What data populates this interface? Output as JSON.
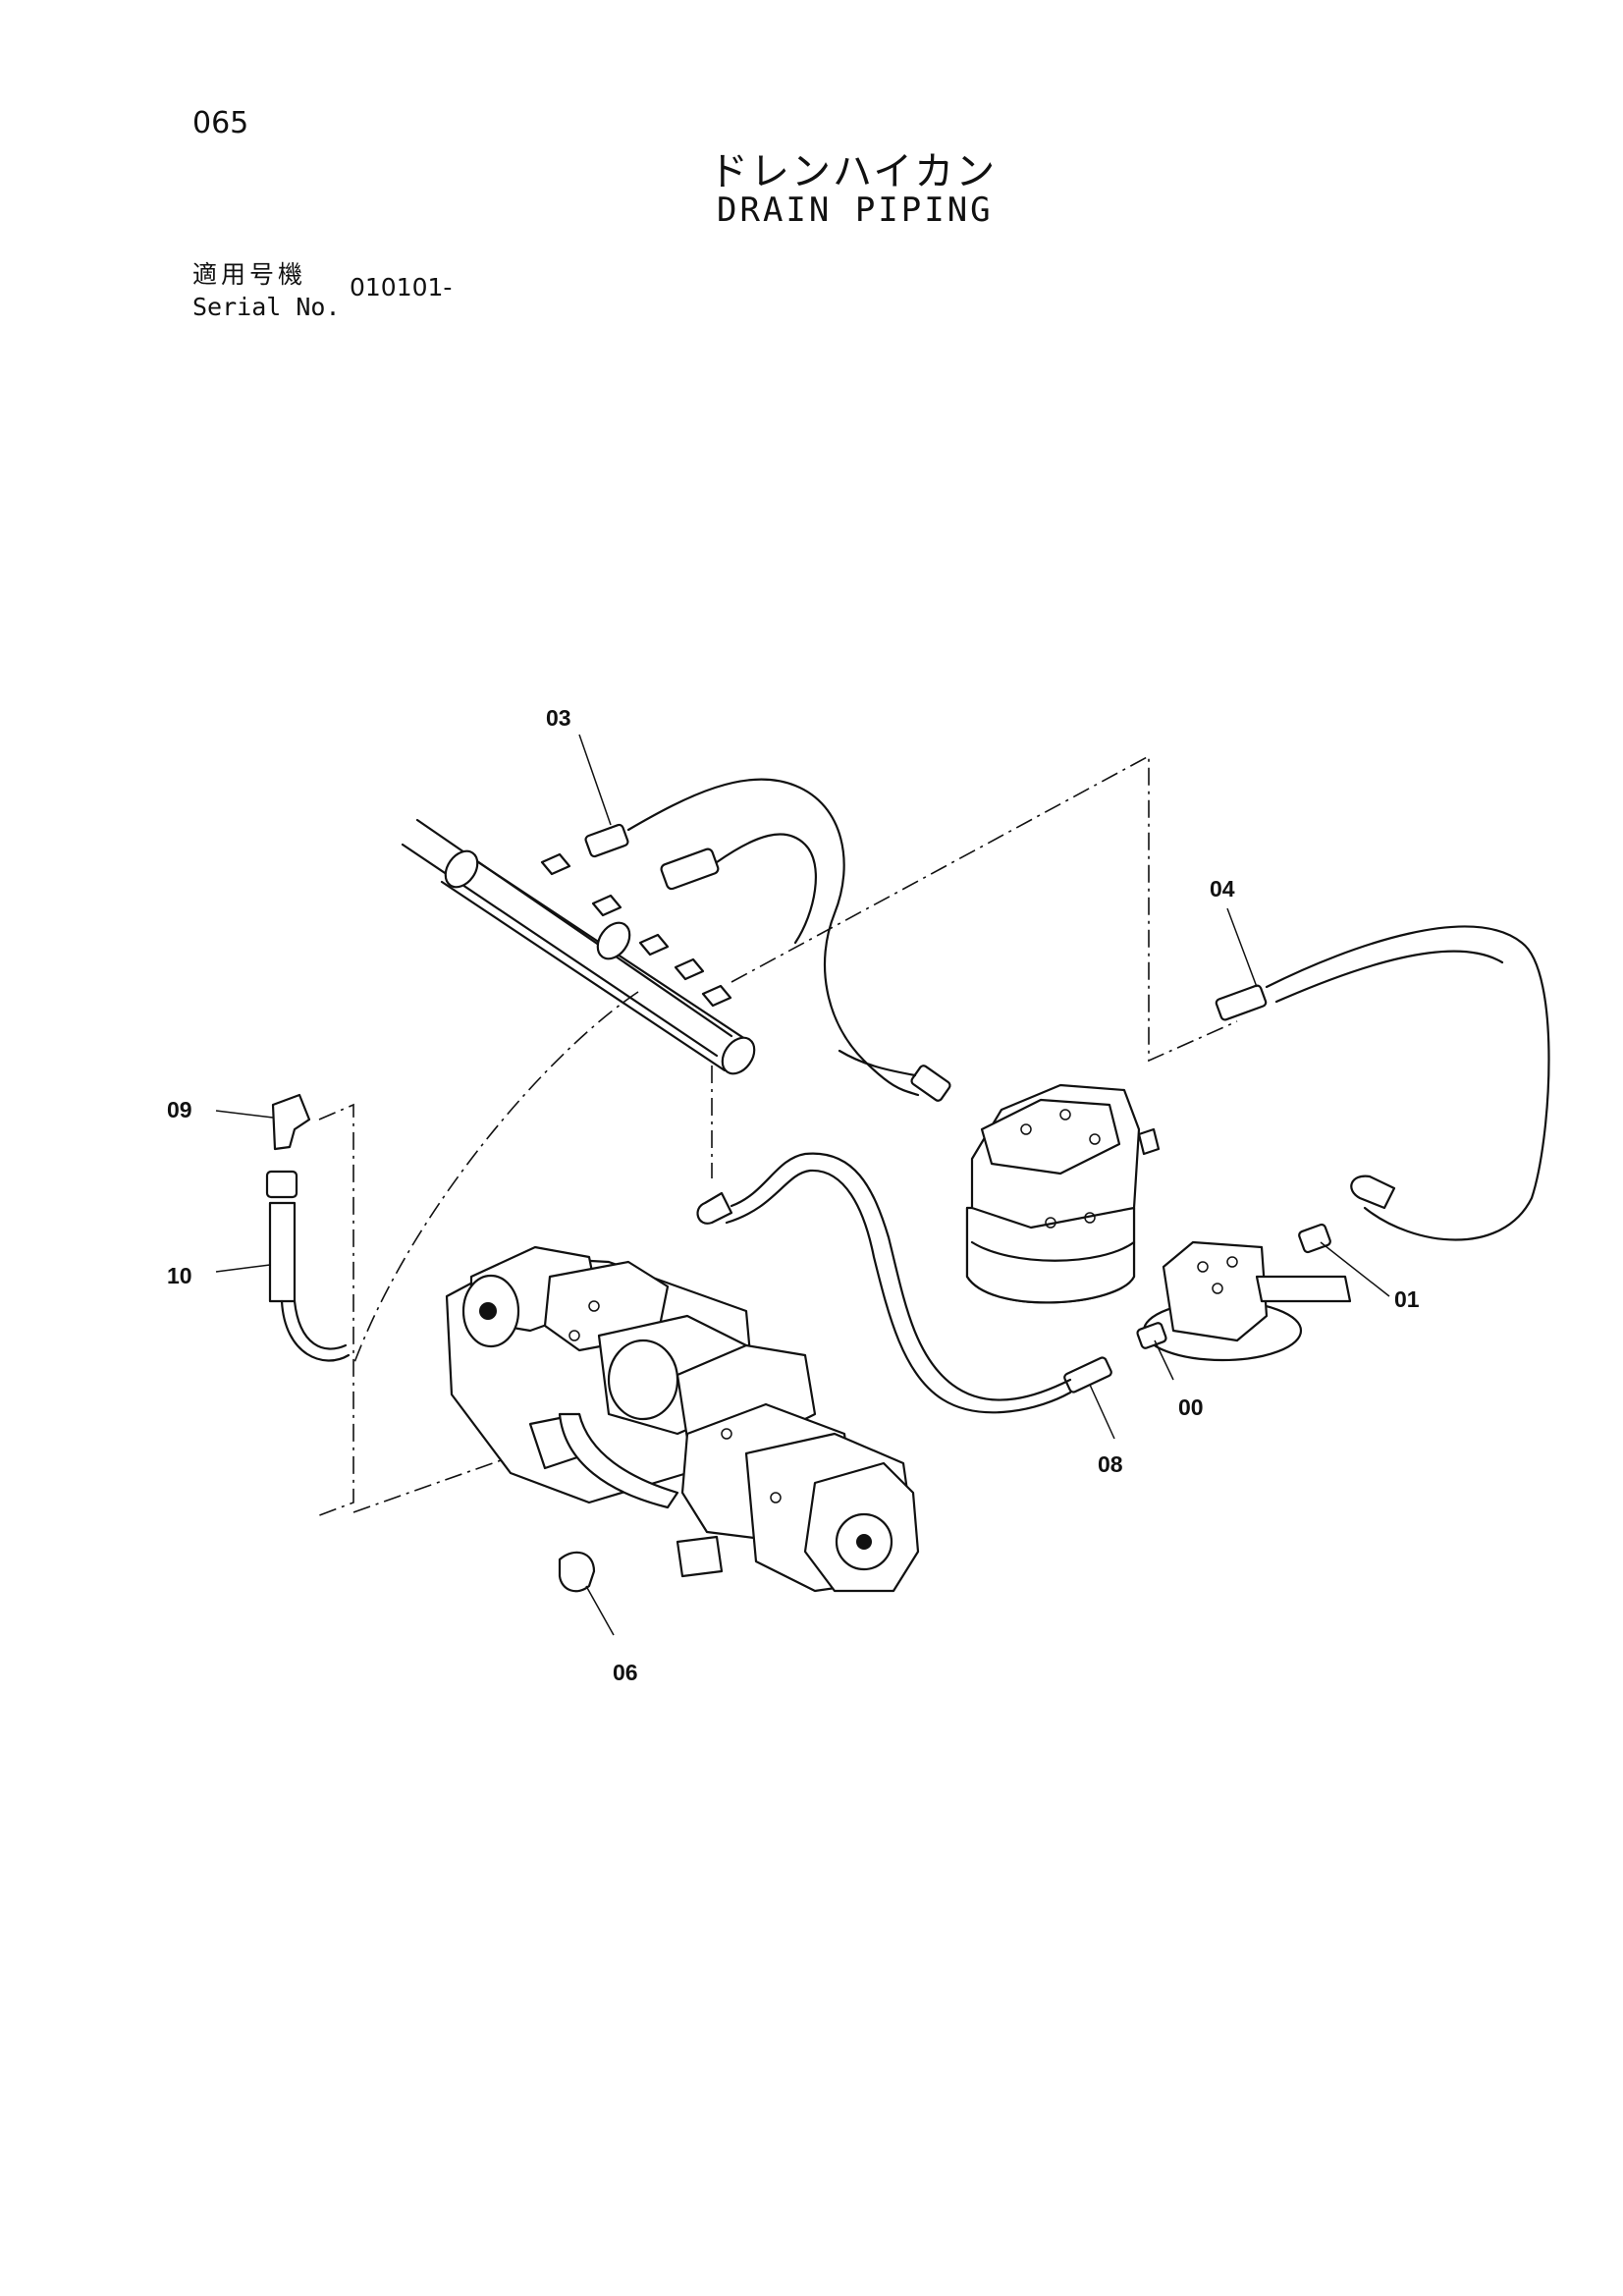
{
  "header": {
    "page_number": "065",
    "title_jp": "ドレンハイカン",
    "title_en": "DRAIN PIPING"
  },
  "serial": {
    "label_jp": "適用号機",
    "label_en": "Serial No.",
    "value": "010101-"
  },
  "callouts": [
    "03",
    "04",
    "09",
    "10",
    "01",
    "00",
    "08",
    "06"
  ]
}
